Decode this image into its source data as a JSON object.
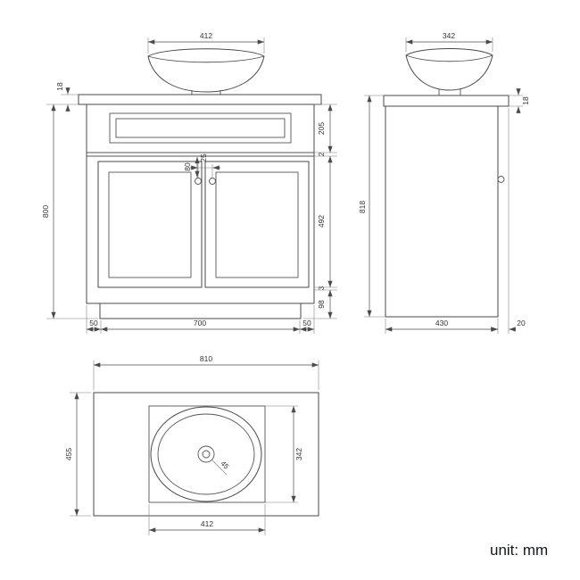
{
  "footer": {
    "unit_label": "unit: mm"
  },
  "front_view": {
    "dims": {
      "bowl_width": "412",
      "counter_thickness": "18",
      "cabinet_height": "800",
      "top_section_height": "205",
      "top_gap": "2",
      "door_height": "492",
      "bottom_gap": "3",
      "plinth_height": "98",
      "knob_drop": "80",
      "knob_spacing": "25",
      "left_stile_width": "50",
      "door_span_width": "700",
      "right_stile_width": "50"
    }
  },
  "side_view": {
    "dims": {
      "bowl_depth": "342",
      "counter_thickness": "18",
      "total_height": "818",
      "cabinet_depth": "430",
      "counter_overhang": "20"
    }
  },
  "top_view": {
    "dims": {
      "counter_width": "810",
      "counter_depth": "455",
      "basin_cutout_depth": "342",
      "basin_cutout_width": "412",
      "drain_hole": "45"
    }
  }
}
